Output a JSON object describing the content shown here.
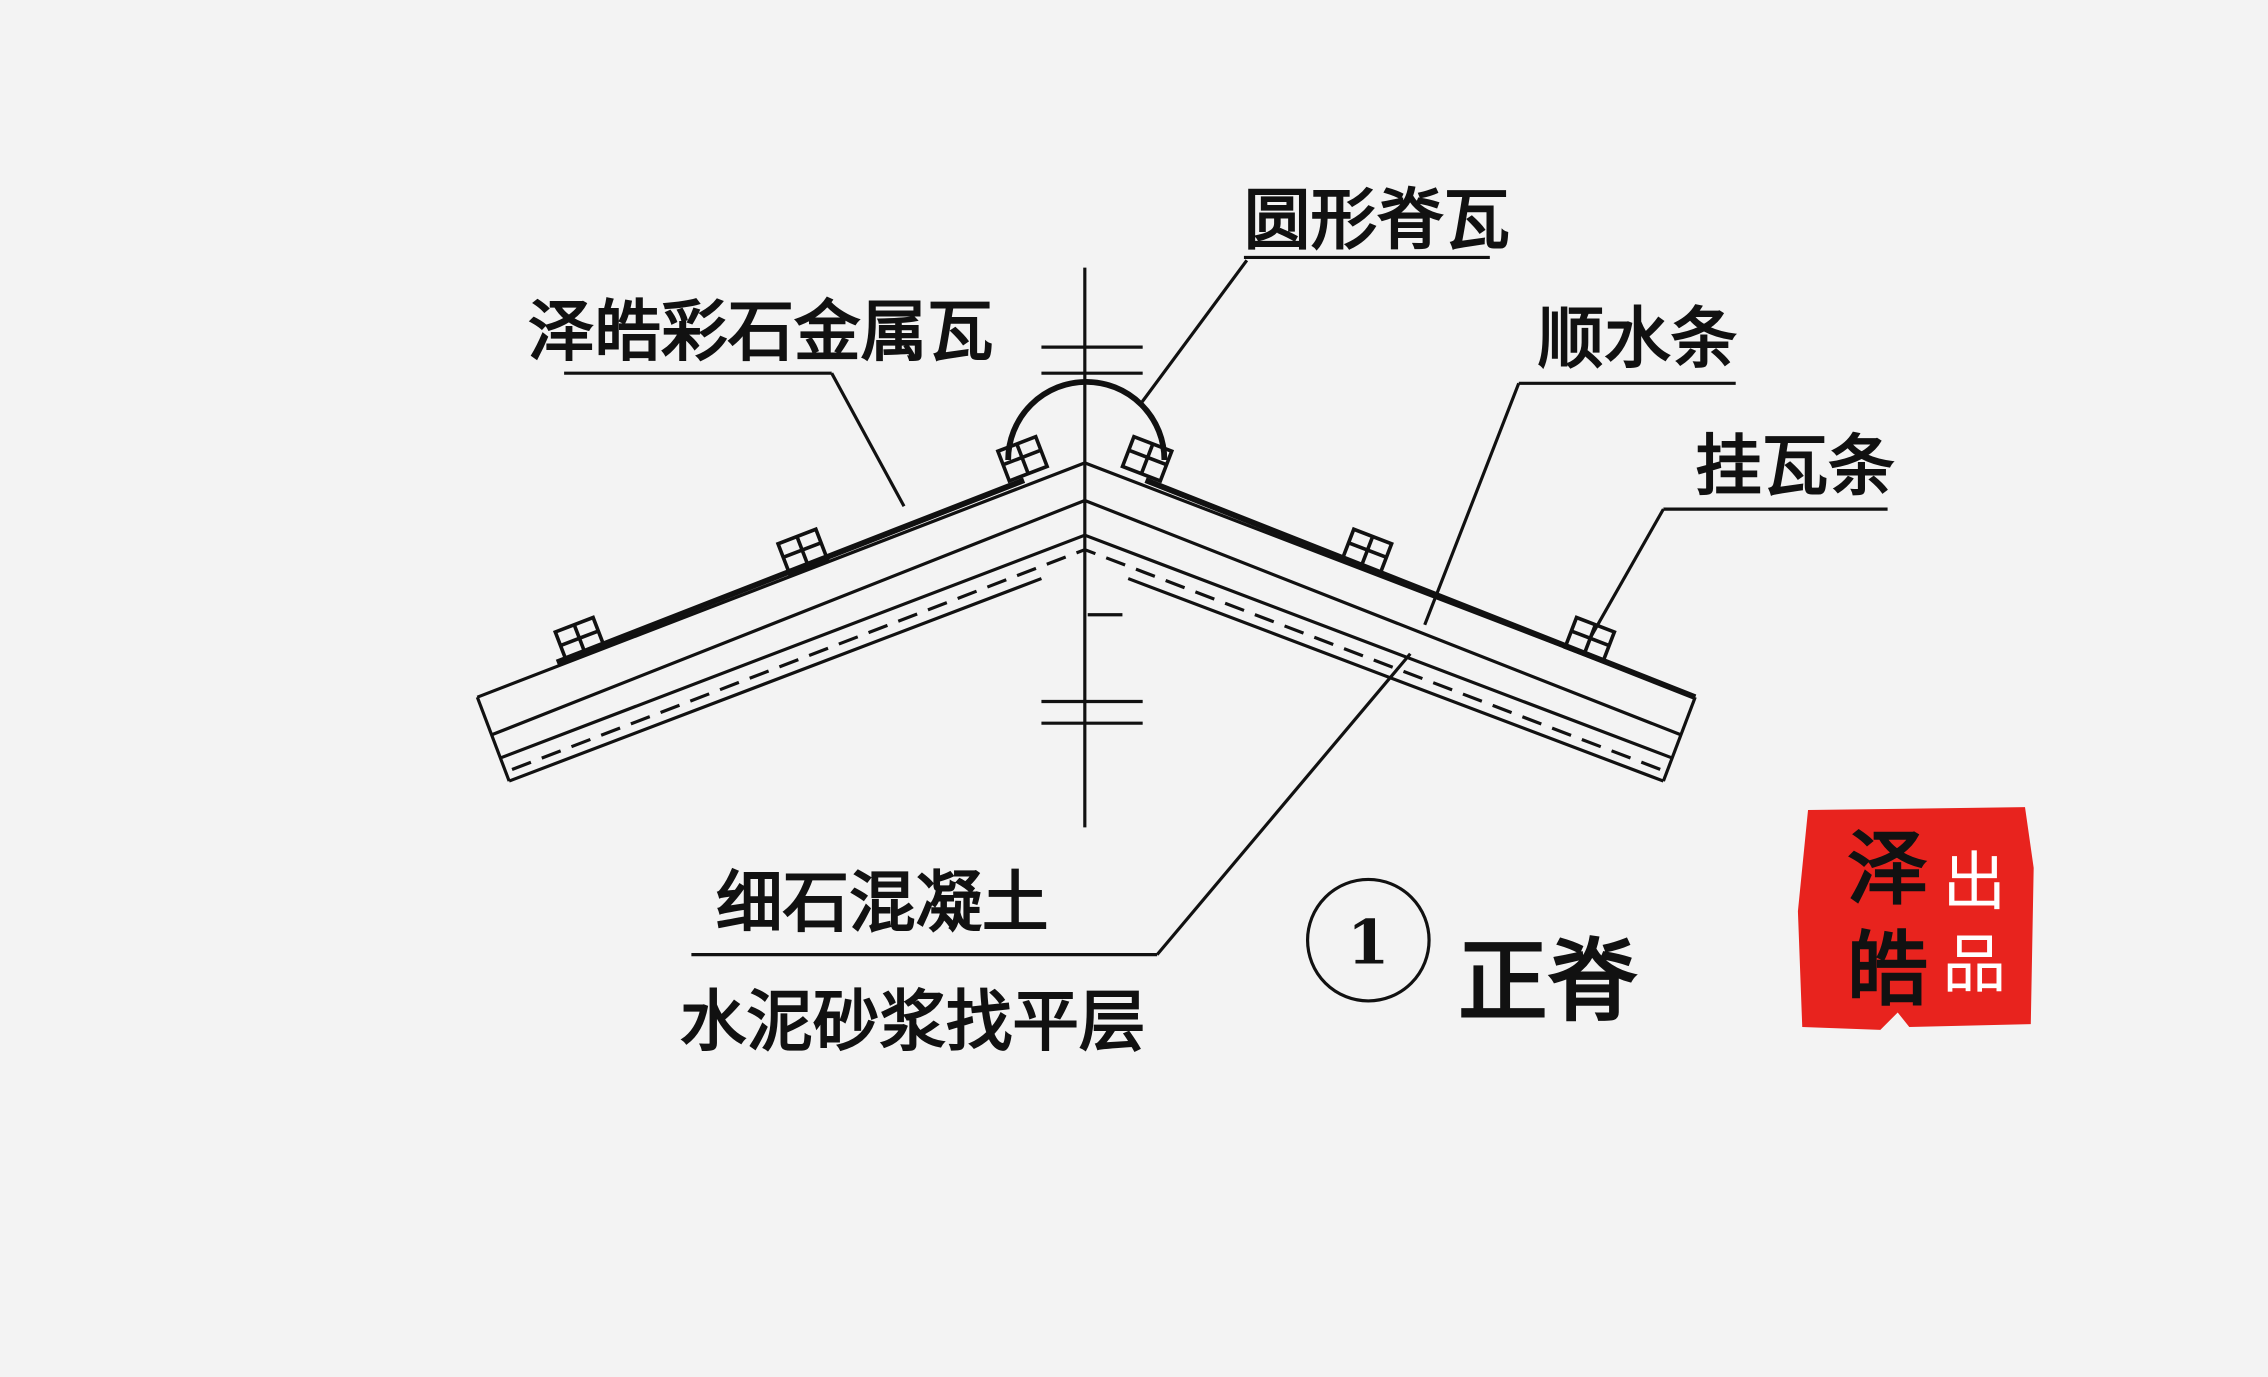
{
  "labels": {
    "ridge_tile": "圆形脊瓦",
    "metal_tile": "泽皓彩石金属瓦",
    "counter_batten": "顺水条",
    "tile_batten": "挂瓦条",
    "fine_concrete": "细石混凝土",
    "mortar_layer": "水泥砂浆找平层"
  },
  "detail": {
    "number": "1",
    "title": "正脊"
  },
  "stamp": {
    "line1": "泽皓",
    "line2": "出品",
    "color": "#e8231e"
  }
}
